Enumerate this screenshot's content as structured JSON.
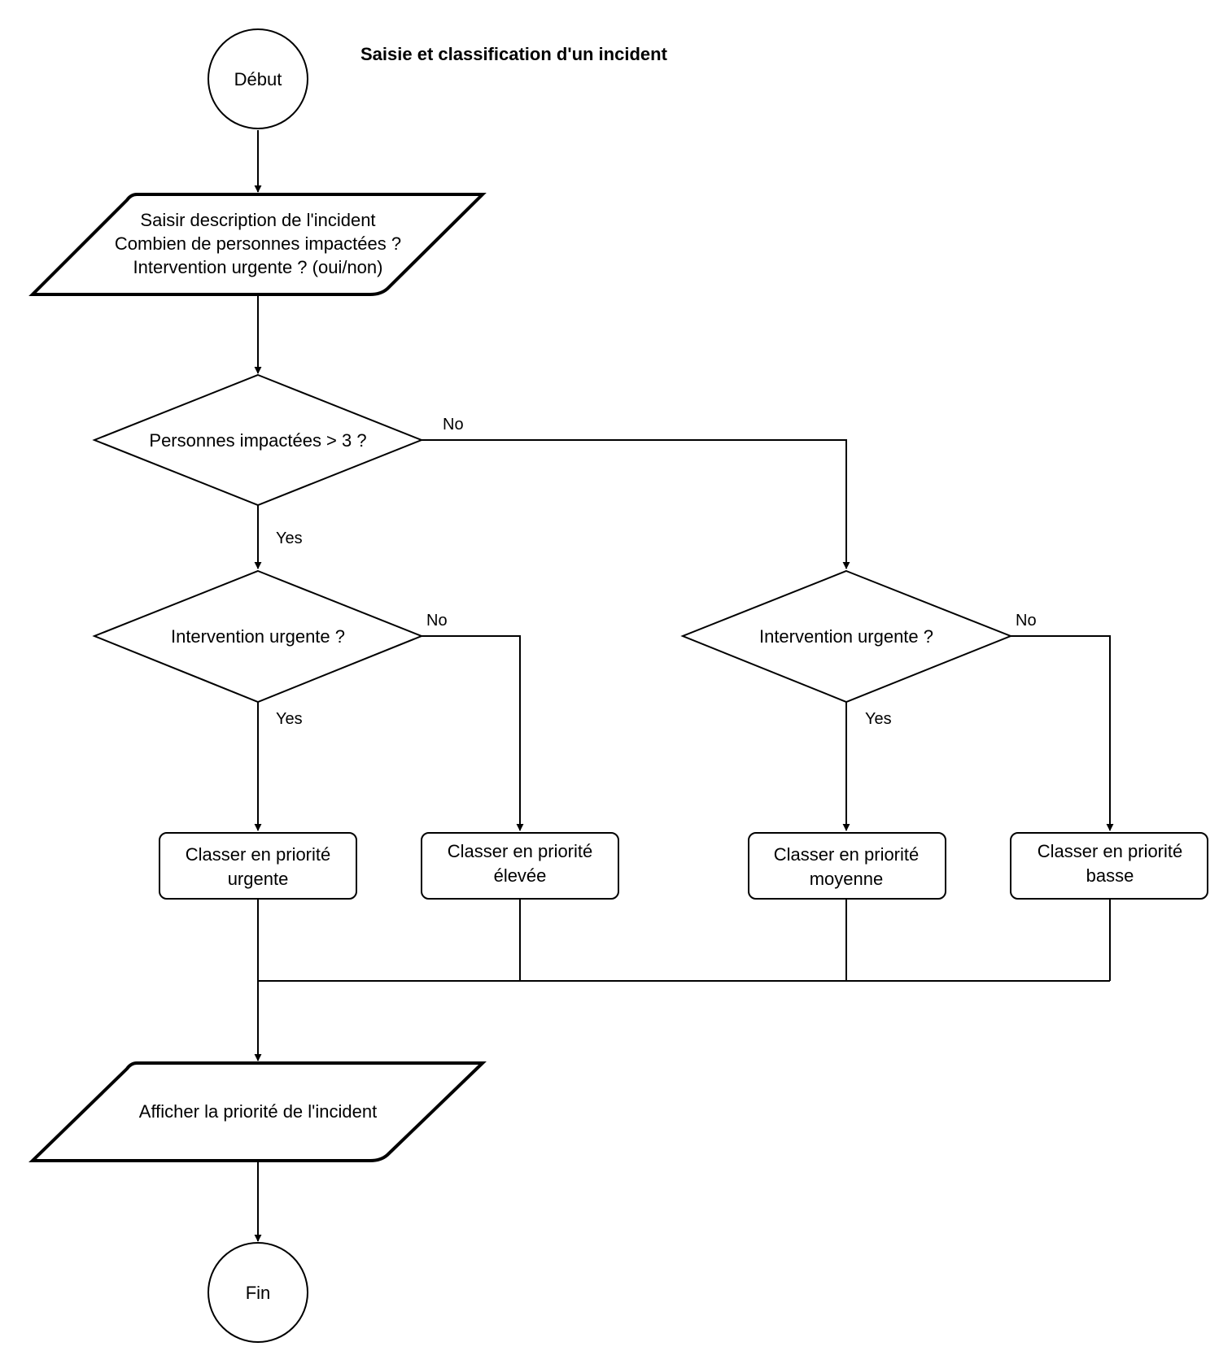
{
  "title": "Saisie et classification d'un incident",
  "nodes": {
    "start": {
      "label": "Début"
    },
    "input": {
      "lines": [
        "Saisir description de l'incident",
        "Combien de personnes impactées ?",
        "Intervention urgente ? (oui/non)"
      ]
    },
    "decision_persons": {
      "label": "Personnes impactées > 3 ?"
    },
    "decision_urgent_left": {
      "label": "Intervention urgente ?"
    },
    "decision_urgent_right": {
      "label": "Intervention urgente ?"
    },
    "priority_urgent": {
      "lines": [
        "Classer en priorité",
        "urgente"
      ]
    },
    "priority_high": {
      "lines": [
        "Classer en priorité",
        "élevée"
      ]
    },
    "priority_medium": {
      "lines": [
        "Classer en priorité",
        "moyenne"
      ]
    },
    "priority_low": {
      "lines": [
        "Classer en priorité",
        "basse"
      ]
    },
    "output": {
      "label": "Afficher la priorité de l'incident"
    },
    "end": {
      "label": "Fin"
    }
  },
  "edge_labels": {
    "persons_no": "No",
    "persons_yes": "Yes",
    "urgent_left_no": "No",
    "urgent_left_yes": "Yes",
    "urgent_right_no": "No",
    "urgent_right_yes": "Yes"
  }
}
